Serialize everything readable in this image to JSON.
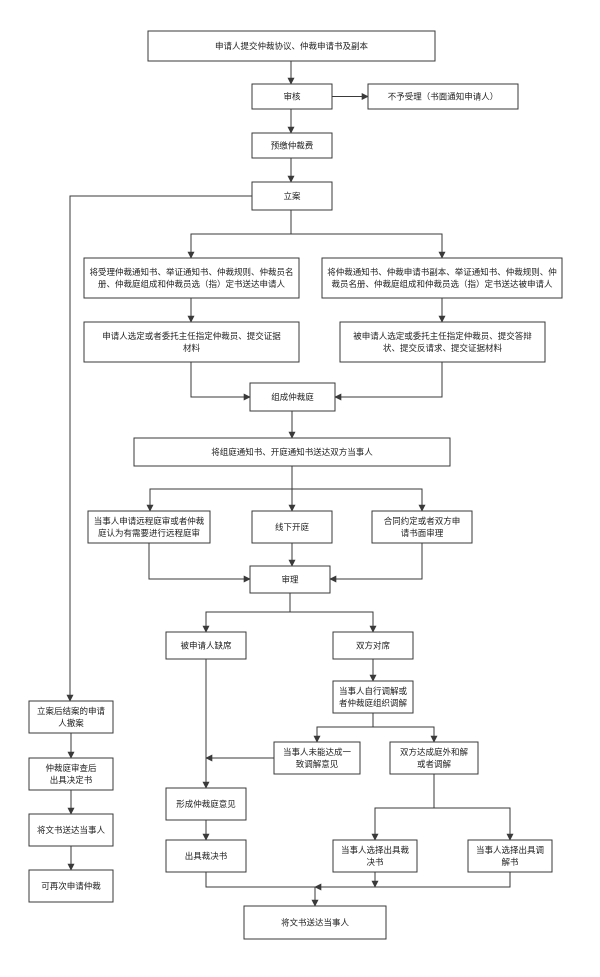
{
  "nodes": {
    "n_submit": [
      "申请人提交仲裁协议、仲裁申请书及副本"
    ],
    "n_review": [
      "审核"
    ],
    "n_reject": [
      "不予受理（书面通知申请人）"
    ],
    "n_prepay": [
      "预缴仲裁费"
    ],
    "n_file": [
      "立案"
    ],
    "n_notify_applicant": [
      "将受理仲裁通知书、举证通知书、仲裁规则、仲裁员名",
      "册、仲裁庭组成和仲裁员选（指）定书送达申请人"
    ],
    "n_notify_respondent": [
      "将仲裁通知书、仲裁申请书副本、举证通知书、仲裁规则、仲",
      "裁员名册、仲裁庭组成和仲裁员选（指）定书送达被申请人"
    ],
    "n_applicant_select": [
      "申请人选定或者委托主任指定仲裁员、提交证据",
      "材料"
    ],
    "n_respondent_select": [
      "被申请人选定或委托主任指定仲裁员、提交答辩",
      "状、提交反请求、提交证据材料"
    ],
    "n_tribunal": [
      "组成仲裁庭"
    ],
    "n_hearing_notice": [
      "将组庭通知书、开庭通知书送达双方当事人"
    ],
    "n_remote": [
      "当事人申请远程庭审或者仲裁",
      "庭认为有需要进行远程庭审"
    ],
    "n_offline": [
      "线下开庭"
    ],
    "n_written": [
      "合同约定或者双方申",
      "请书面审理"
    ],
    "n_trial": [
      "审理"
    ],
    "n_absent": [
      "被申请人缺席"
    ],
    "n_both": [
      "双方对席"
    ],
    "n_mediation": [
      "当事人自行调解或",
      "者仲裁庭组织调解"
    ],
    "n_no_agree": [
      "当事人未能达成一",
      "致调解意见"
    ],
    "n_agree": [
      "双方达成庭外和解",
      "或者调解"
    ],
    "n_opinion": [
      "形成仲裁庭意见"
    ],
    "n_award": [
      "出具裁决书"
    ],
    "n_choose_award": [
      "当事人选择出具裁",
      "决书"
    ],
    "n_choose_mediation": [
      "当事人选择出具调",
      "解书"
    ],
    "n_deliver_final": [
      "将文书送达当事人"
    ],
    "n_withdraw": [
      "立案后结案的申请",
      "人撤案"
    ],
    "n_decision": [
      "仲裁庭审查后",
      "出具决定书"
    ],
    "n_deliver_left": [
      "将文书送达当事人"
    ],
    "n_reapply": [
      "可再次申请仲裁"
    ]
  }
}
